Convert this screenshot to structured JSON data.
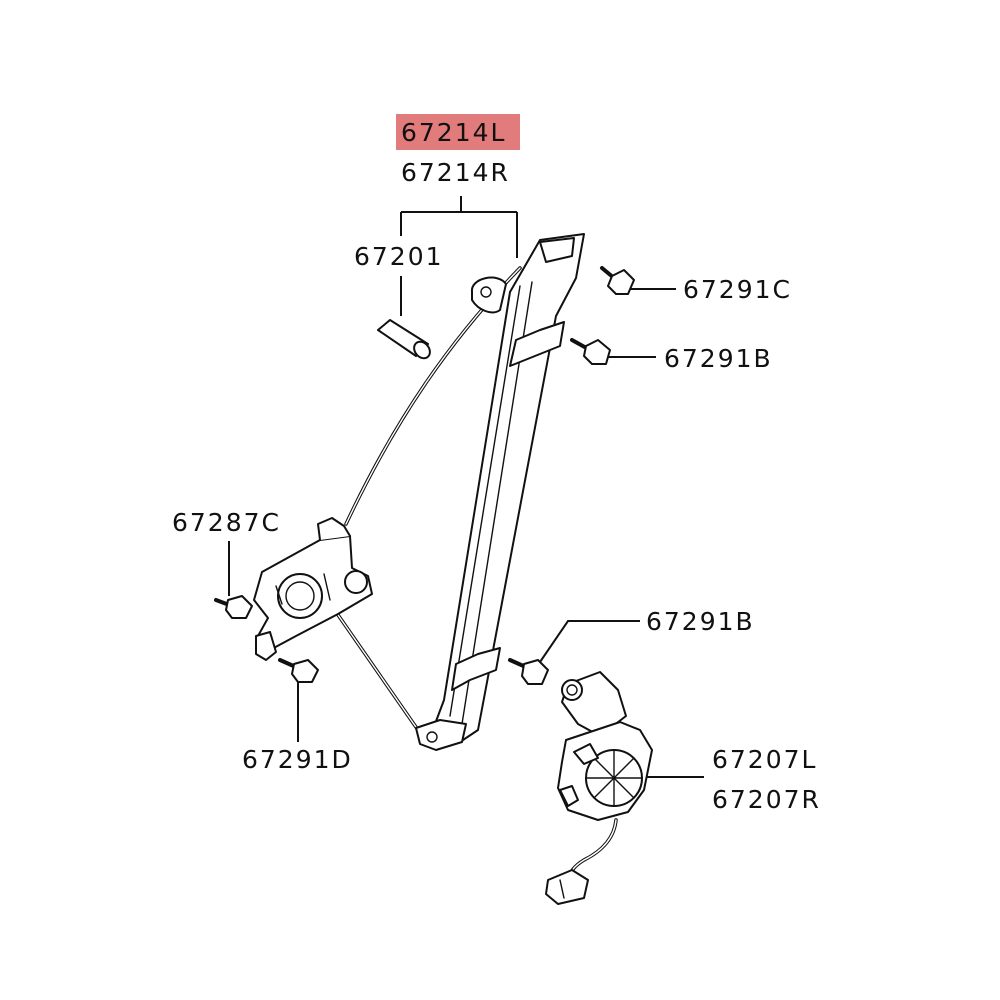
{
  "labels": {
    "regulator_left": "67214L",
    "regulator_right": "67214R",
    "pin": "67201",
    "bolt_c": "67291C",
    "bolt_b_upper": "67291B",
    "bolt_b_lower": "67291B",
    "bolt_87c": "67287C",
    "bolt_d": "67291D",
    "motor_left": "67207L",
    "motor_right": "67207R"
  },
  "colors": {
    "highlight": "#e27b7b",
    "ink": "#111111",
    "background": "#ffffff"
  }
}
